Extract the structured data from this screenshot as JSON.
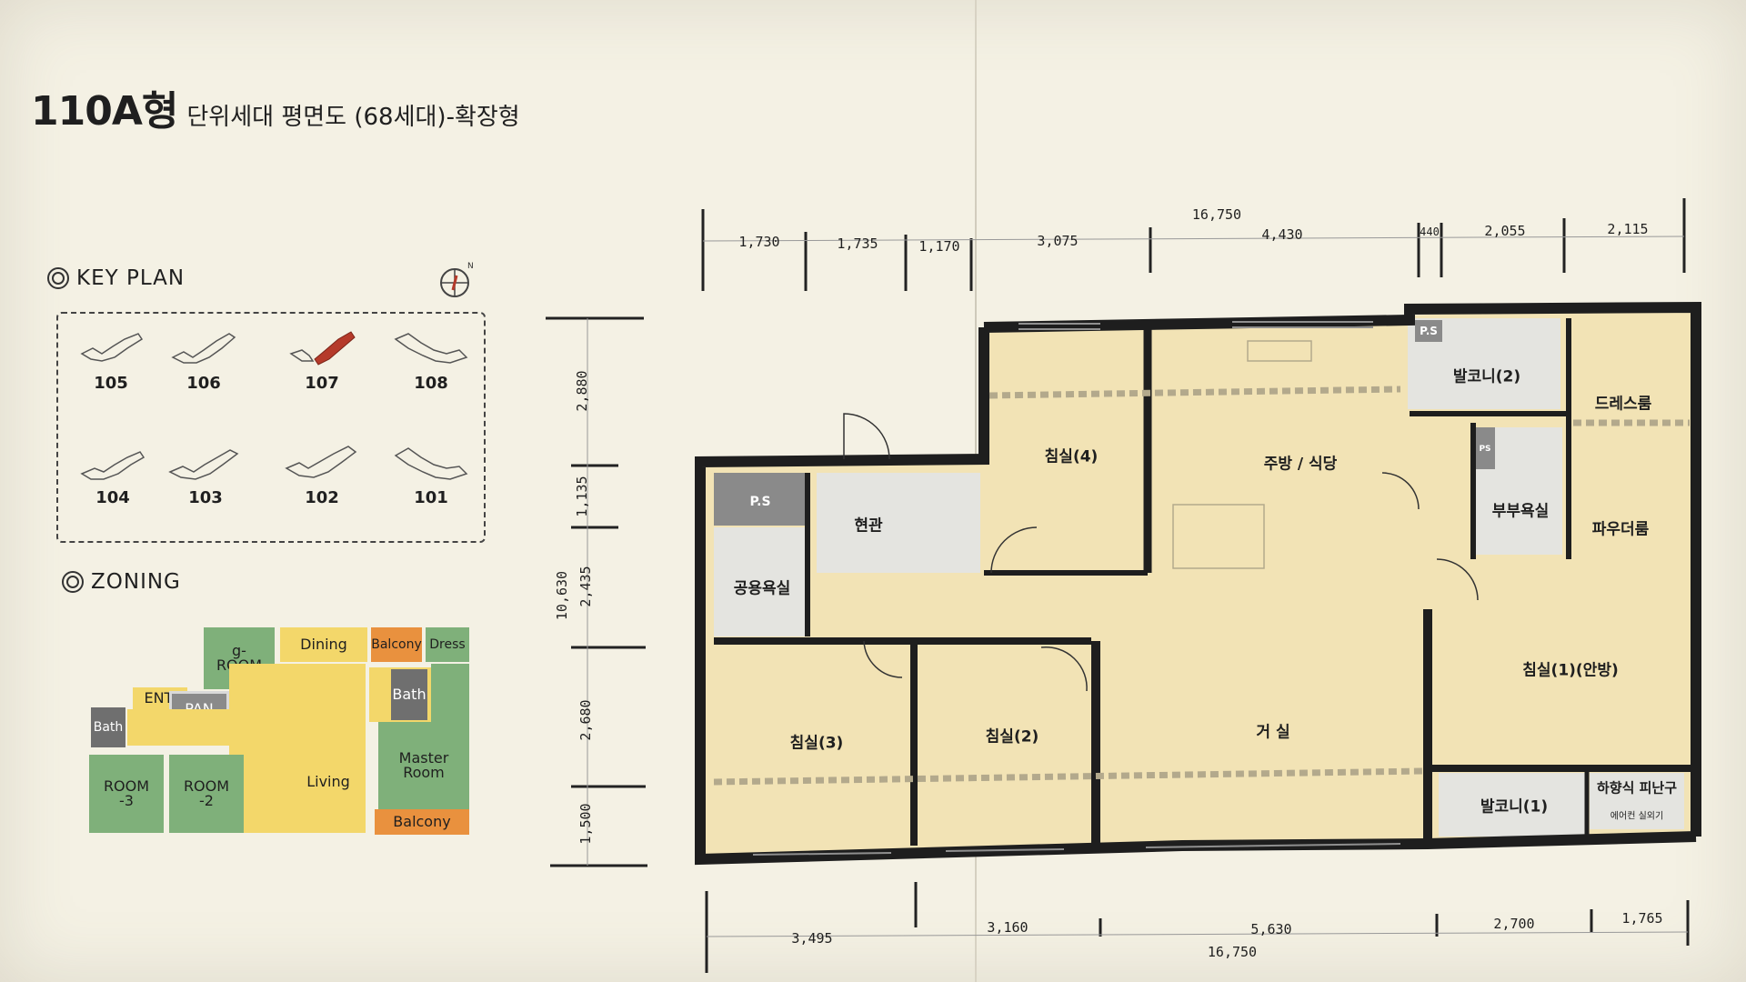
{
  "title": {
    "main": "110A형",
    "sub": "단위세대 평면도 (68세대)-확장형"
  },
  "key_plan": {
    "label": "KEY PLAN",
    "buildings": [
      "105",
      "106",
      "107",
      "108",
      "104",
      "103",
      "102",
      "101"
    ],
    "highlighted": "107",
    "highlight_color": "#b53a2a"
  },
  "zoning": {
    "label": "ZONING",
    "blocks": {
      "g_room": "g-\nROOM",
      "dining": "Dining",
      "balcony_top": "Balcony",
      "dress": "Dress",
      "ent": "ENT.",
      "pan": "PAN",
      "bath_right": "Bath",
      "bath_left": "Bath",
      "living": "Living",
      "master_room": "Master\nRoom",
      "room3": "ROOM\n-3",
      "room2": "ROOM\n-2",
      "balcony_bottom": "Balcony"
    },
    "colors": {
      "green": "#7fb07a",
      "yellow": "#f3d76a",
      "orange": "#e9913e",
      "gray": "#6f6f6f"
    }
  },
  "plan": {
    "rooms": {
      "bedroom4": "침실(4)",
      "kitchen": "주방 / 식당",
      "balcony2": "발코니(2)",
      "dressroom": "드레스룸",
      "ps_top": "P.S",
      "ps_small": "PS",
      "master_bath": "부부욕실",
      "powder": "파우더룸",
      "entry": "현관",
      "ps_left": "P.S",
      "common_bath": "공용욕실",
      "master_bed": "침실(1)(안방)",
      "bedroom3": "침실(3)",
      "bedroom2": "침실(2)",
      "living": "거 실",
      "balcony1": "발코니(1)",
      "escape": "하향식 피난구",
      "ac_spot": "에어컨 실외기"
    },
    "colors": {
      "floor": "#f2e3b5",
      "floor_dark": "#efdcaa",
      "wall": "#1e1e1e",
      "wet": "#e4e4e0",
      "ps": "#8a8a8a"
    }
  },
  "dimensions": {
    "top_total": "16,750",
    "top": [
      "1,730",
      "1,735",
      "1,170",
      "3,075",
      "4,430",
      "440",
      "2,055",
      "2,115"
    ],
    "left_total": "10,630",
    "left": [
      "2,880",
      "1,135",
      "2,435",
      "2,680",
      "1,500"
    ],
    "bottom_total": "16,750",
    "bottom": [
      "3,495",
      "3,160",
      "5,630",
      "2,700",
      "1,765"
    ]
  }
}
